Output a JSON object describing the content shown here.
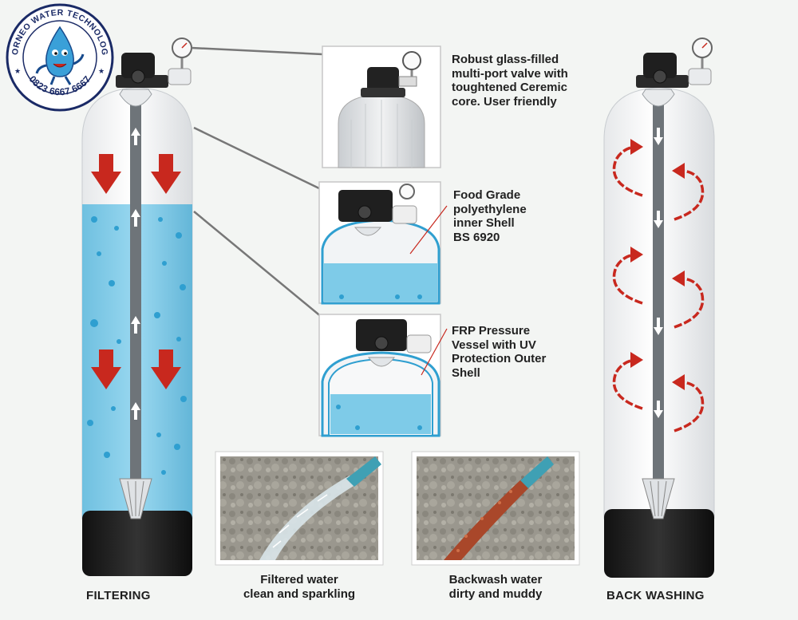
{
  "logo": {
    "name": "BORNEO WATER TECHNOLOGY",
    "phone": "0823 6667 6667"
  },
  "callouts": [
    "Robust glass-filled\nmulti-port valve with\ntoughtened Ceremic\ncore.  User friendly",
    "Food Grade\npolyethylene\ninner Shell\nBS 6920",
    "FRP Pressure\nVessel with UV\nProtection Outer\nShell"
  ],
  "captions": {
    "filtering": "FILTERING",
    "backwashing": "BACK WASHING",
    "filtered": "Filtered water\nclean and sparkling",
    "backwash": "Backwash water\ndirty and muddy"
  },
  "colors": {
    "water": "#7ecbe8",
    "bubble": "#2f9fd0",
    "arrow": "#c8281e",
    "base": "#1c1c1c",
    "tube": "#6e7479"
  }
}
